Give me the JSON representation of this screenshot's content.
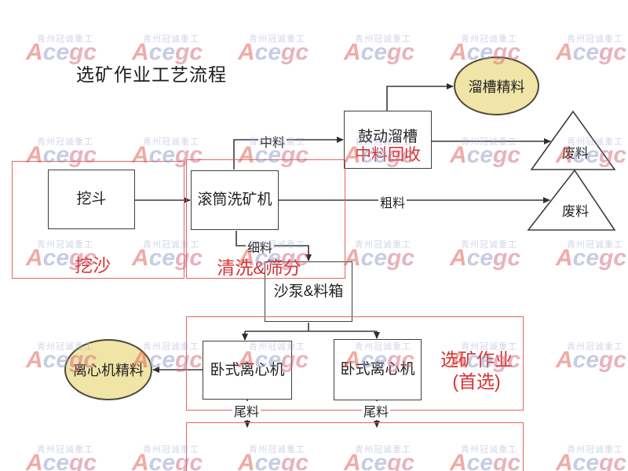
{
  "title": "选矿作业工艺流程",
  "nodes": {
    "excavator_bucket": "挖斗",
    "drum_washer": "滚筒洗矿机",
    "agitation_chute": "鼓动溜槽",
    "agitation_chute_note": "中料回收",
    "sand_pump_hopper": "沙泵&料箱",
    "centrifuge_left": "卧式离心机",
    "centrifuge_right": "卧式离心机",
    "chute_concentrate": "溜槽精料",
    "centrifuge_concentrate": "离心机精料",
    "waste_top": "废料",
    "waste_bottom": "废料"
  },
  "regions": {
    "digging": "挖沙",
    "washing_screening": "清洗&筛分",
    "beneficiation_line1": "选矿作业",
    "beneficiation_line2": "(首选)"
  },
  "edge_labels": {
    "middle_material": "中料",
    "coarse_material": "粗料",
    "fine_material": "细料",
    "tailings_left": "尾料",
    "tailings_right": "尾料"
  },
  "watermark": {
    "company": "青州冠诚重工",
    "brand": "Acegc"
  },
  "colors": {
    "box_border": "#3e3e3e",
    "red_border": "#e46464",
    "red_text": "#d63232",
    "ellipse_fill": "#f0e4a6",
    "line": "#3a3a3a"
  }
}
